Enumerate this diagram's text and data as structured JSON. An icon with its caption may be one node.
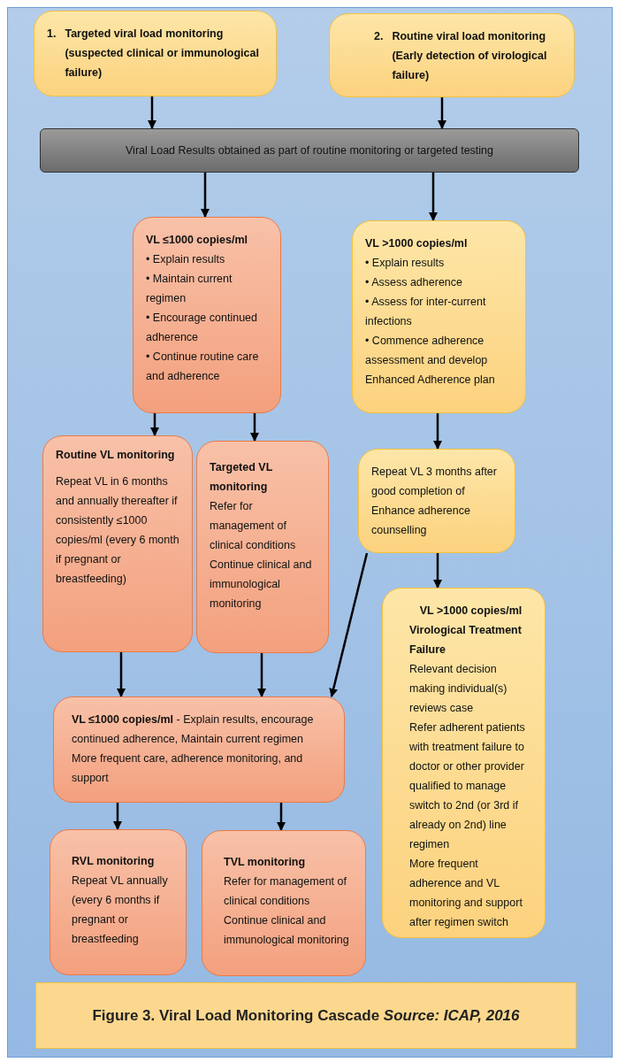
{
  "diagram": {
    "caption": "Figure 3. Viral Load Monitoring Cascade *Source: ICAP, 2016*",
    "nodes": [
      {
        "text": [
          "1.",
          "Targeted viral load monitoring (suspected clinical or immunological failure)"
        ]
      },
      {
        "text": [
          "2.",
          "Routine viral load monitoring (Early detection of virological failure)"
        ]
      },
      {
        "text": [
          "Viral Load Results obtained as part of routine monitoring or targeted testing"
        ]
      },
      {
        "text": [
          "VL ≤1000 copies/ml",
          "• Explain results",
          "• Maintain current regimen",
          "• Encourage continued adherence",
          "• Continue routine care and adherence"
        ]
      },
      {
        "text": [
          "VL >1000 copies/ml",
          "• Explain results",
          "• Assess adherence",
          "• Assess for inter-current infections",
          "• Commence adherence assessment and develop Enhanced Adherence plan"
        ]
      },
      {
        "text": [
          "Routine VL monitoring",
          "Repeat VL in 6 months and annually thereafter if consistently ≤1000 copies/ml (every 6 month if pregnant or breastfeeding)"
        ]
      },
      {
        "text": [
          "Targeted VL monitoring",
          "Refer for management of clinical conditions",
          "Continue clinical and immunological monitoring"
        ]
      },
      {
        "text": [
          "Repeat VL 3 months after good completion of Enhance adherence counselling"
        ]
      },
      {
        "text": [
          "VL >1000 copies/ml",
          "Virological Treatment Failure",
          "Relevant decision making individual(s) reviews case",
          "Refer adherent patients with treatment failure to doctor or other provider qualified to manage switch to 2nd (or 3rd if already on 2nd) line regimen",
          "More frequent adherence and VL monitoring and support after regimen switch"
        ]
      },
      {
        "text": [
          "**VL ≤1000 copies/ml** - Explain results, encourage continued adherence, Maintain current regimen",
          "More frequent care, adherence monitoring, and support"
        ]
      },
      {
        "text": [
          "RVL monitoring",
          "Repeat VL annually (every 6 months if pregnant or breastfeeding"
        ]
      },
      {
        "text": [
          "TVL monitoring",
          "Refer for management of clinical conditions",
          "Continue clinical and immunological monitoring"
        ]
      }
    ],
    "edges": [
      {
        "from": 0,
        "to": 2,
        "arrow": "to"
      },
      {
        "from": 1,
        "to": 2,
        "arrow": "to"
      },
      {
        "from": 2,
        "to": 3,
        "arrow": "to"
      },
      {
        "from": 2,
        "to": 4,
        "arrow": "to"
      },
      {
        "from": 3,
        "to": 5,
        "arrow": "to"
      },
      {
        "from": 3,
        "to": 6,
        "arrow": "to"
      },
      {
        "from": 4,
        "to": 7,
        "arrow": "to"
      },
      {
        "from": 7,
        "to": 8,
        "arrow": "to"
      },
      {
        "from": 5,
        "to": 9,
        "arrow": "to"
      },
      {
        "from": 6,
        "to": 9,
        "arrow": "to"
      },
      {
        "from": 7,
        "to": 9,
        "arrow": "to"
      },
      {
        "from": 9,
        "to": 10,
        "arrow": "to"
      },
      {
        "from": 9,
        "to": 11,
        "arrow": "to"
      }
    ]
  }
}
